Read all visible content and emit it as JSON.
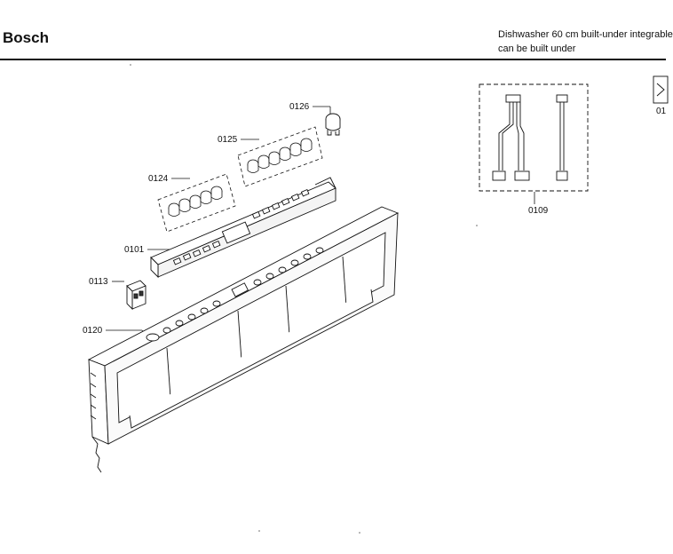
{
  "header": {
    "brand": "Bosch",
    "title_line1": "Dishwasher 60 cm built-under integrable",
    "title_line2": "can be built under"
  },
  "callouts": {
    "c0126": "0126",
    "c0125": "0125",
    "c0124": "0124",
    "c0101": "0101",
    "c0113": "0113",
    "c0120": "0120",
    "c0109": "0109",
    "c01_partial": "01"
  }
}
